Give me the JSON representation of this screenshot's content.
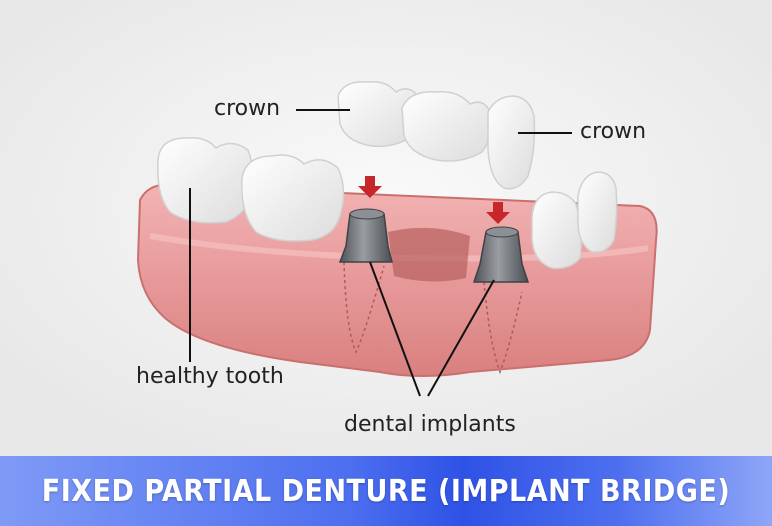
{
  "labels": {
    "crown_left": "crown",
    "crown_right": "crown",
    "healthy_tooth": "healthy tooth",
    "dental_implants": "dental implants"
  },
  "banner": {
    "title": "FIXED PARTIAL DENTURE (IMPLANT BRIDGE)"
  },
  "colors": {
    "gum": "#e99a9c",
    "gum_dark": "#c9706f",
    "tooth": "#f4f4f4",
    "implant": "#6e7276",
    "arrow": "#c7262b",
    "banner": "#4d6fef"
  }
}
